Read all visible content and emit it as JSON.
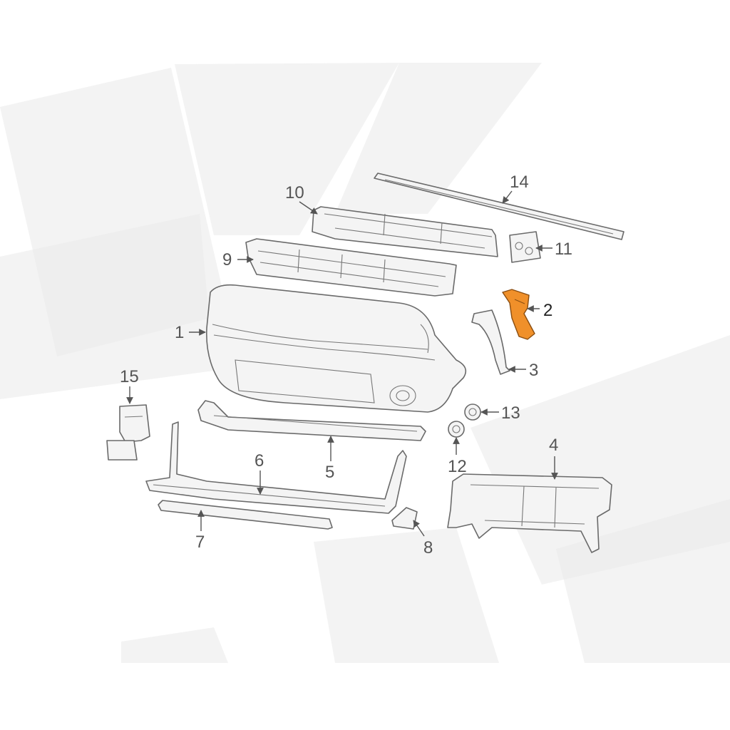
{
  "diagram": {
    "highlight_color": "#f0902a",
    "line_color": "#6a6a6a",
    "highlighted_part": "2",
    "callouts": [
      {
        "id": "1",
        "label": "1"
      },
      {
        "id": "2",
        "label": "2"
      },
      {
        "id": "3",
        "label": "3"
      },
      {
        "id": "4",
        "label": "4"
      },
      {
        "id": "5",
        "label": "5"
      },
      {
        "id": "6",
        "label": "6"
      },
      {
        "id": "7",
        "label": "7"
      },
      {
        "id": "8",
        "label": "8"
      },
      {
        "id": "9",
        "label": "9"
      },
      {
        "id": "10",
        "label": "10"
      },
      {
        "id": "11",
        "label": "11"
      },
      {
        "id": "12",
        "label": "12"
      },
      {
        "id": "13",
        "label": "13"
      },
      {
        "id": "14",
        "label": "14"
      },
      {
        "id": "15",
        "label": "15"
      }
    ]
  }
}
